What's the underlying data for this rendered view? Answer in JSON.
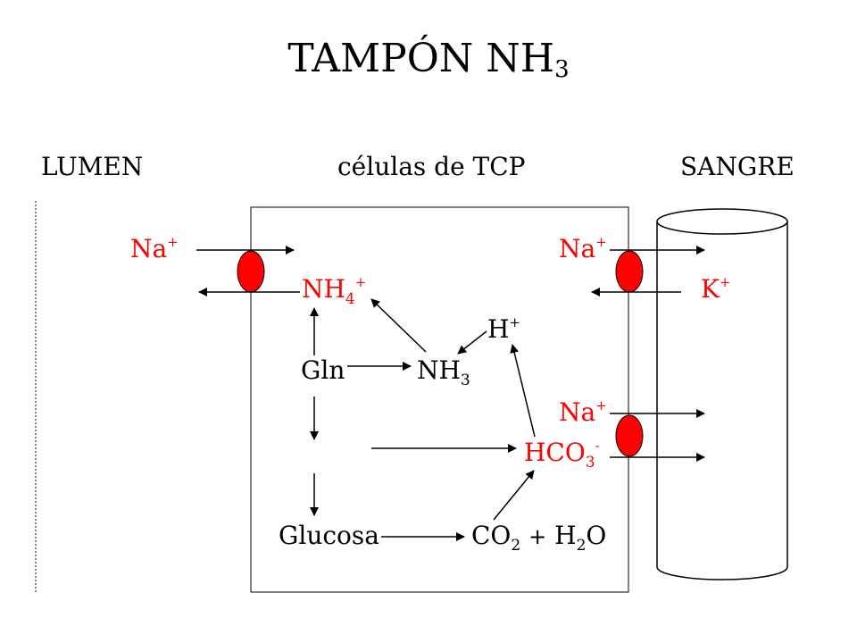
{
  "title": {
    "text": "TAMPÓN NH",
    "sub": "3"
  },
  "headers": {
    "lumen": "LUMEN",
    "cells": "células de TCP",
    "blood": "SANGRE"
  },
  "colors": {
    "ion_text": "#ff0000",
    "transporter": "#ff0000",
    "ink": "#000000"
  },
  "labels": {
    "na_lumen": {
      "main": "Na",
      "sup": "+"
    },
    "na_top_right": {
      "main": "Na",
      "sup": "+"
    },
    "nh4": {
      "main": "NH",
      "sub": "4",
      "sup": "+"
    },
    "k": {
      "main": "K",
      "sup": "+"
    },
    "h": {
      "main": "H",
      "sup": "+"
    },
    "gln": "Gln",
    "nh3": {
      "main": "NH",
      "sub": "3"
    },
    "na_mid_right": {
      "main": "Na",
      "sup": "+"
    },
    "hco3": {
      "main": "HCO",
      "sub": "3",
      "sup": "-"
    },
    "glucosa": "Glucosa",
    "co2_h2o": {
      "co": "CO",
      "co_sub": "2",
      "plus": "+",
      "h": "H",
      "h_sub": "2",
      "o": "O"
    }
  }
}
